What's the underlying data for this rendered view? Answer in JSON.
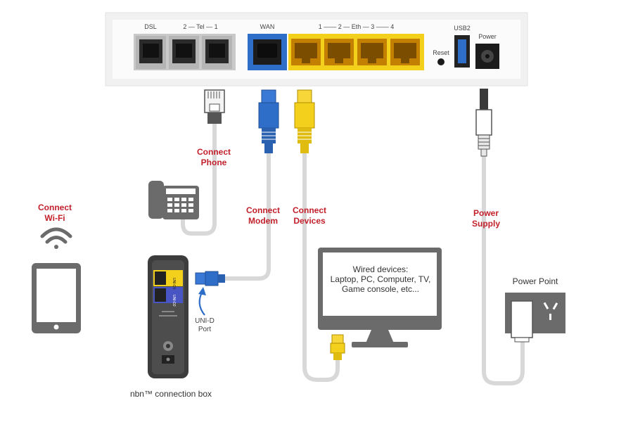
{
  "router": {
    "dsl_label": "DSL",
    "tel_label": "2 — Tel — 1",
    "wan_label": "WAN",
    "eth_label": "1 —— 2 — Eth — 3 —— 4",
    "reset_label": "Reset",
    "usb_label": "USB2",
    "power_label": "Power"
  },
  "connections": {
    "phone": [
      "Connect",
      "Phone"
    ],
    "modem": [
      "Connect",
      "Modem"
    ],
    "devices": [
      "Connect",
      "Devices"
    ],
    "power": [
      "Power",
      "Supply"
    ],
    "wifi": [
      "Connect",
      "Wi-Fi"
    ]
  },
  "monitor": {
    "lines": [
      "Wired devices:",
      "Laptop, PC, Computer, TV,",
      "Game console, etc..."
    ]
  },
  "unid": [
    "UNI-D",
    "Port"
  ],
  "nbn_box_label": "nbn™ connection box",
  "power_point_label": "Power Point",
  "nbn_box": {
    "port1": "UNI-D1",
    "port2": "UNI-D2"
  },
  "colors": {
    "accent_red": "#c2202b",
    "wan_blue": "#2f6ec8",
    "eth_yellow": "#f3d01c",
    "cable_grey": "#d8d8d8",
    "device_grey": "#6b6b6b"
  }
}
